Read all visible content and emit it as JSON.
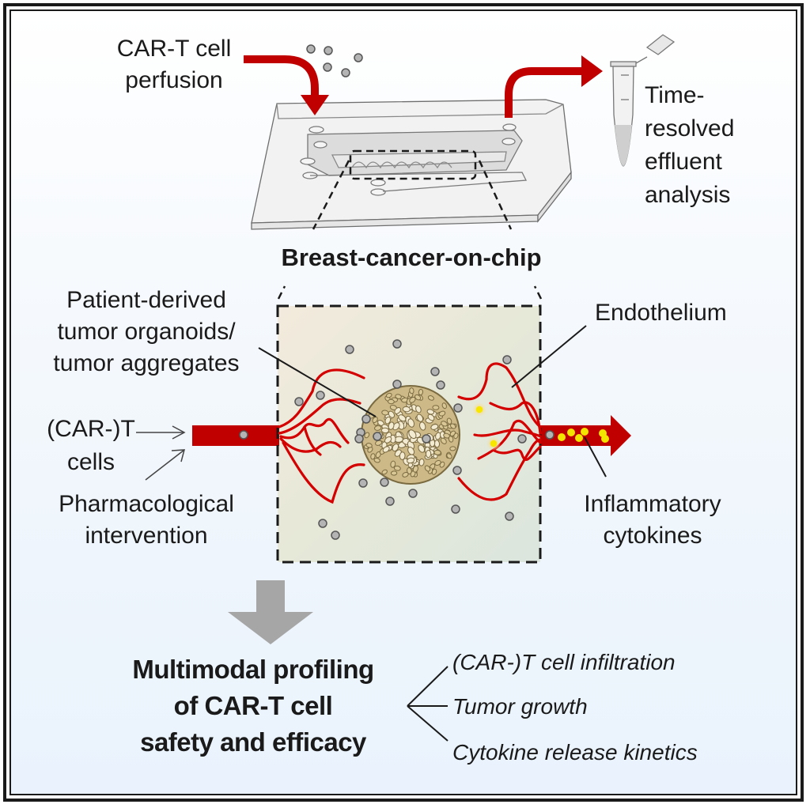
{
  "figure": {
    "title": "Breast-cancer-on-chip",
    "labels": {
      "perfusion": [
        "CAR-T cell",
        "perfusion"
      ],
      "effluent": [
        "Time-",
        "resolved",
        "effluent",
        "analysis"
      ],
      "organoids": [
        "Patient-derived",
        "tumor organoids/",
        "tumor aggregates"
      ],
      "t_cells": [
        "(CAR-)T",
        "cells"
      ],
      "pharmacological": [
        "Pharmacological",
        "intervention"
      ],
      "endothelium": "Endothelium",
      "cytokines": [
        "Inflammatory",
        "cytokines"
      ]
    },
    "summary": {
      "heading": [
        "Multimodal profiling",
        "of CAR-T cell",
        "safety and efficacy"
      ],
      "outcomes": [
        "(CAR-)T cell infiltration",
        "Tumor growth",
        "Cytokine release kinetics"
      ]
    },
    "colors": {
      "flow_red": "#c00000",
      "vessel_red": "#d40000",
      "summary_arrow": "#a6a6a6",
      "tumor_fill": "#d8c89a",
      "tumor_cell": "#f4ecd6",
      "tcell": "#8a8a8a",
      "cytokine": "#f2e500",
      "chip_panel_top": "#f2ebdf",
      "chip_panel_bottom": "#dde7dc"
    },
    "icons": [
      "microfluidic-chip-icon",
      "eppendorf-tube-icon",
      "tumor-spheroid-icon",
      "t-cell-icon",
      "cytokine-icon"
    ]
  }
}
